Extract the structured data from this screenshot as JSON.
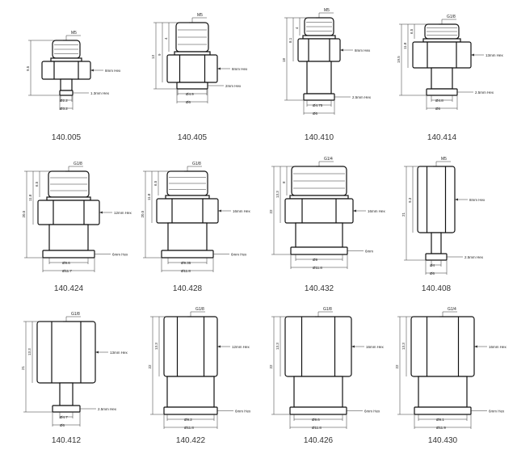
{
  "sheet": {
    "fittings": [
      {
        "code": "140.005",
        "thread": "M5",
        "hex": "8mm Hex",
        "flat": "1.3mm Hex",
        "d_inner": "Ø2.2",
        "d_outer": "Ø3.2",
        "h_total": "9.5",
        "h_hex": "",
        "h_thread": ""
      },
      {
        "code": "140.405",
        "thread": "M5",
        "hex": "8mm Hex",
        "flat": "2mm Hex",
        "d_inner": "Ø4.9",
        "d_outer": "Ø6",
        "h_total": "13",
        "h_hex": "9",
        "h_thread": "4"
      },
      {
        "code": "140.410",
        "thread": "M5",
        "hex": "8mm Hex",
        "flat": "2.5mm Hex",
        "d_inner": "Ø4.75",
        "d_outer": "Ø6",
        "h_total": "18",
        "h_hex": "8.1",
        "h_thread": "4"
      },
      {
        "code": "140.414",
        "thread": "G1/8",
        "hex": "13mm Hex",
        "flat": "2.5mm Hex",
        "d_inner": "Ø4.8",
        "d_outer": "Ø6",
        "h_total": "19.5",
        "h_hex": "11.8",
        "h_thread": "6.5"
      },
      {
        "code": "140.424",
        "thread": "G1/8",
        "hex": "12mm Hex",
        "flat": "6mm Hex",
        "d_inner": "Ø9.6",
        "d_outer": "Ø11.7",
        "h_total": "20.5",
        "h_hex": "11.8",
        "h_thread": "6.5"
      },
      {
        "code": "140.428",
        "thread": "G1/8",
        "hex": "16mm Hex",
        "flat": "6mm Hex",
        "d_inner": "Ø9.35",
        "d_outer": "Ø11.8",
        "h_total": "20.5",
        "h_hex": "11.8",
        "h_thread": "6.5"
      },
      {
        "code": "140.432",
        "thread": "G1/4",
        "hex": "16mm Hex",
        "flat": "6mm",
        "d_inner": "Ø9",
        "d_outer": "Ø11.8",
        "h_total": "22",
        "h_hex": "13.3",
        "h_thread": "8"
      },
      {
        "code": "140.408",
        "thread": "M5",
        "hex": "8mm Hex",
        "flat": "2.5mm Hex",
        "d_inner": "Ø4",
        "d_outer": "Ø6",
        "h_total": "21",
        "h_hex": "9.3",
        "h_thread": ""
      },
      {
        "code": "140.412",
        "thread": "G1/8",
        "hex": "13mm Hex",
        "flat": "2.5mm Hex",
        "d_inner": "Ø4.7",
        "d_outer": "Ø6",
        "h_total": "21",
        "h_hex": "13.3",
        "h_thread": ""
      },
      {
        "code": "140.422",
        "thread": "G1/8",
        "hex": "12mm Hex",
        "flat": "6mm Hex",
        "d_inner": "Ø9.2",
        "d_outer": "Ø11.8",
        "h_total": "22",
        "h_hex": "13.3",
        "h_thread": ""
      },
      {
        "code": "140.426",
        "thread": "G1/8",
        "hex": "16mm Hex",
        "flat": "6mm Hex",
        "d_inner": "Ø9.6",
        "d_outer": "Ø11.8",
        "h_total": "22",
        "h_hex": "13.3",
        "h_thread": ""
      },
      {
        "code": "140.430",
        "thread": "G1/4",
        "hex": "16mm Hex",
        "flat": "6mm Hex",
        "d_inner": "Ø9.1",
        "d_outer": "Ø11.9",
        "h_total": "22",
        "h_hex": "13.3",
        "h_thread": ""
      }
    ]
  }
}
